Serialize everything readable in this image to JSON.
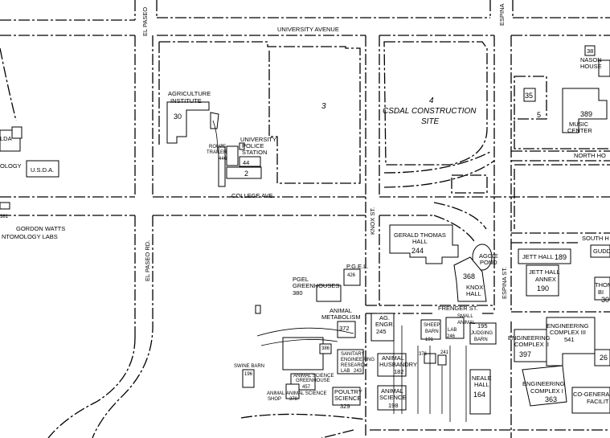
{
  "streets": {
    "university_avenue": "UNIVERSITY AVENUE",
    "college_ave": "COLLEGE AVE.",
    "el_paseo_top": "EL PASEO",
    "el_paseo_rd": "EL PASEO RD.",
    "espina_top": "ESPINA",
    "espina_st": "ESPINA ST.",
    "knox_st": "KNOX ST.",
    "frenger_st": "FRENGER ST.",
    "north_ho": "NORTH HO",
    "south_h": "SOUTH H"
  },
  "lots": {
    "lot3": "3",
    "lot4": "4",
    "csdal": "CSDAL CONSTRUCTION",
    "site": "SITE",
    "lot2": "2",
    "lot5": "5"
  },
  "buildings": {
    "agriculture_1": "AGRICULTURE",
    "agriculture_2": "INSTITUTE",
    "agriculture_num": "30",
    "police_1": "UNIVERSITY",
    "police_2": "POLICE",
    "police_3": "STATION",
    "police_num": "44",
    "trailer_1": "ROUZE",
    "trailer_2": "TRAILER",
    "trailer_num": "446",
    "usda": "U.S.D.A.",
    "lda": "LDA",
    "ology": "OLOGY",
    "gordon_1": "GORDON WATTS",
    "gordon_2": "NTOMOLOGY LABS",
    "num_381": "381",
    "gerald_1": "GERALD THOMAS",
    "gerald_2": "HALL",
    "gerald_num": "244",
    "aggie_1": "AGGIE",
    "aggie_2": "POND",
    "knox_1": "KNOX",
    "knox_2": "HALL",
    "knox_num": "368",
    "pgel_lab_1": "P.G.E.L.",
    "pgel_lab_num": "426",
    "pgel_gh_1": "PGEL",
    "pgel_gh_2": "GREENHOUSES",
    "pgel_gh_num": "380",
    "animet_1": "ANIMAL",
    "animet_2": "METABOLISM",
    "animet_num": "372",
    "agengr_1": "AG.",
    "agengr_2": "ENGR.",
    "agengr_num": "245",
    "sheep_1": "SHEEP",
    "sheep_2": "BARN",
    "sheep_num": "191",
    "small_1": "SMALL",
    "small_2": "ANIMAL",
    "small_3": "LAB",
    "small_num": "246",
    "judging_num": "195",
    "judging_1": "JUDGING",
    "judging_2": "BARN",
    "num_386": "386",
    "sanitary_1": "SANITARY",
    "sanitary_2": "ENGINEERING",
    "sanitary_3": "RESEARCH",
    "sanitary_4": "LAB",
    "sanitary_num": "243",
    "husbandry_1": "ANIMAL",
    "husbandry_2": "HUSBANDRY",
    "husbandry_num": "182",
    "num_376": "376",
    "num_241": "241",
    "swine_1": "SWINE BARN",
    "swine_num": "196",
    "asgh_1": "ANIMAL SCIENCE",
    "asgh_2": "GREENHOUSE",
    "asgh_num": "457",
    "shop_1": "ANIMAL",
    "shop_2": "SHOP",
    "as2_1": "ANIMAL SCIENCE",
    "as2_num": "378",
    "poultry_1": "POULTRY",
    "poultry_2": "SCIENCE",
    "poultry_num": "329",
    "ansci_1": "ANIMAL",
    "ansci_2": "SCIENCE",
    "ansci_num": "198",
    "neale_1": "NEALE",
    "neale_2": "HALL",
    "neale_num": "164",
    "jett_1": "JETT HALL",
    "jett_num": "189",
    "jettannex_1": "JETT HALL",
    "jettannex_2": "ANNEX",
    "jettannex_num": "190",
    "gudd": "GUDD",
    "thom": "THOM",
    "thom_1": "BI",
    "thom_num": "30",
    "eng2_1": "ENGINEERING",
    "eng2_2": "COMPLEX II",
    "eng2_num": "397",
    "eng3_1": "ENGINEERING",
    "eng3_2": "COMPLEX III",
    "eng3_num": "541",
    "eng1_1": "ENGINEERING",
    "eng1_2": "COMPLEX I",
    "eng1_num": "363",
    "cogen_1": "CO-GENERA",
    "cogen_2": "FACILIT",
    "num_26": "26",
    "nason_num": "38",
    "nason_1": "NASON",
    "nason_2": "HOUSE",
    "num_35": "35",
    "music_1": "MUSIC",
    "music_2": "CENTER",
    "music_num": "389"
  }
}
